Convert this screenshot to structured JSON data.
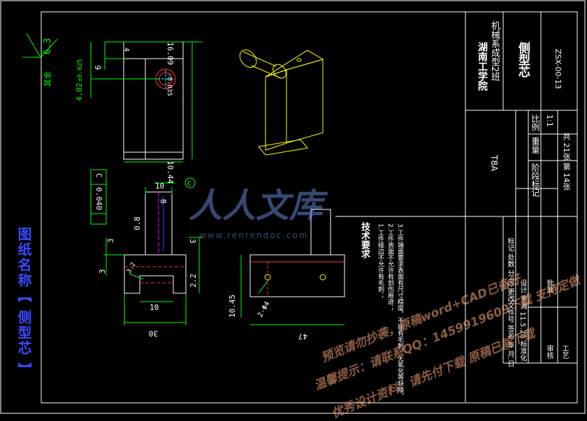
{
  "drawing_label": "图纸名称【 侧型芯 】",
  "roughness": {
    "value": "6.3",
    "note": "其余"
  },
  "dimensions": {
    "top_width": "16.09",
    "top_tol": "-0.035",
    "depth_val": "4.02",
    "depth_tol": "±0.025",
    "six": "6",
    "four": "4",
    "width_10_44": "10.44",
    "gdt_tol": "0.040",
    "gdt_datum": "C",
    "ten": "10",
    "eight": "8",
    "zero_eight": "0.8",
    "three_a": "3",
    "three_b": "3",
    "three_c": "3",
    "datum_c": "C",
    "r_3_2": "3.2",
    "two_two": "2.2",
    "ten_b": "10",
    "thirty": "30",
    "ten_45": "10.45",
    "hole": "2-Φ4",
    "forty_seven": "47"
  },
  "tech_requirements": {
    "title": "技术要求",
    "items": [
      "1.工件棱边不允许有毛刺；",
      "2.工件表面不允许有划伤痕迹；",
      "3.工件端面要求表面有尺寸精度，不能有毛刺，无氧化等缺陷。"
    ]
  },
  "title_block": {
    "school": "湖南工学院",
    "class_name": "机械系成型2班",
    "part_name": "侧型芯",
    "drawing_no": "ZSX-00-13",
    "material": "T8A",
    "scale_label": "比例",
    "scale": "1:1",
    "weight_label": "重量",
    "stage_label": "阶段标记",
    "sheet_info": "共 21张 第 14张",
    "revision_labels": [
      "标记",
      "处数",
      "分",
      "区",
      "更改文件号",
      "签名",
      "年.月.日"
    ],
    "design_label": "设计",
    "designer": "罗湘",
    "date": "11.5.28",
    "std_label": "标准化",
    "review_label": "审核",
    "process_label": "工艺",
    "approve_label": "批准"
  },
  "watermarks": {
    "brand": "人人文库",
    "url": "www.renrendoc.com",
    "line1": "预览请勿抄袭，原稿word+CAD已备好",
    "line2": "温馨提示：请联系QQ：1459919609下载 支持定做",
    "line3": "优秀设计资料，请先付下载 原稿已能下载"
  }
}
